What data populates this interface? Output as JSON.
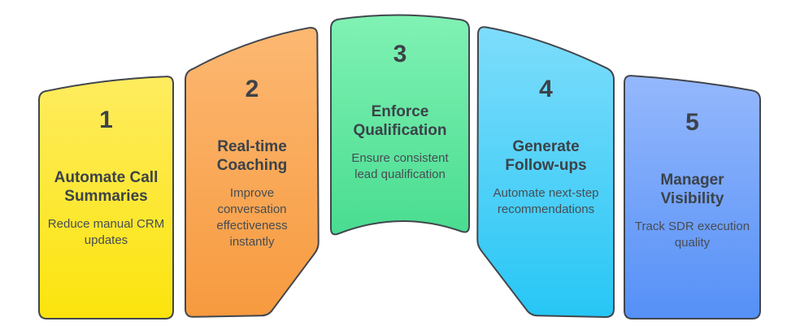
{
  "diagram": {
    "type": "process-arch-infographic",
    "step_count": 5
  },
  "style": {
    "background": "#FFFFFF",
    "border_color": "#41464D",
    "number_title_color": "#3C4249",
    "description_color": "#474C54"
  },
  "panels": [
    {
      "number": "1",
      "title": "Automate Call Summaries",
      "description": "Reduce manual CRM updates",
      "gradient_top": "#FEEC60",
      "gradient_bottom": "#FBE40C"
    },
    {
      "number": "2",
      "title": "Real-time Coaching",
      "description": "Improve conversation effectiveness instantly",
      "gradient_top": "#FCB872",
      "gradient_bottom": "#F79A3F"
    },
    {
      "number": "3",
      "title": "Enforce Qualification",
      "description": "Ensure consistent lead qualification",
      "gradient_top": "#80F2B4",
      "gradient_bottom": "#49DC90"
    },
    {
      "number": "4",
      "title": "Generate Follow-ups",
      "description": "Automate next-step recommendations",
      "gradient_top": "#7EDDFB",
      "gradient_bottom": "#27C6F5"
    },
    {
      "number": "5",
      "title": "Manager Visibility",
      "description": "Track SDR execution quality",
      "gradient_top": "#95B8FC",
      "gradient_bottom": "#5590F7"
    }
  ]
}
